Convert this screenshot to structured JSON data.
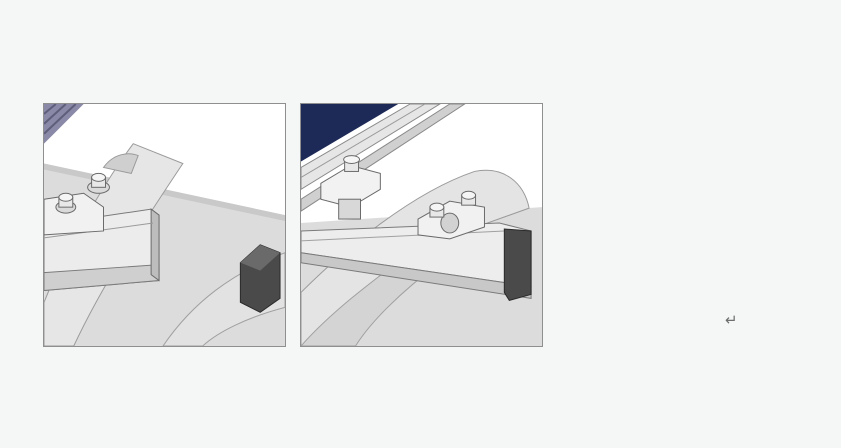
{
  "figures": [
    {
      "id": "left",
      "icon": "rail-clamp-endcap-illustration"
    },
    {
      "id": "right",
      "icon": "rail-mid-clamp-illustration"
    }
  ],
  "return_mark": {
    "glyph": "↵",
    "icon": "paragraph-return-icon"
  },
  "colors": {
    "page_background": "#f5f7f6",
    "roof_gray": "#d9d9d9",
    "metal_light": "#eeeeee",
    "panel_navy": "#1d2a57",
    "endcap_dark": "#4a4a4a"
  }
}
